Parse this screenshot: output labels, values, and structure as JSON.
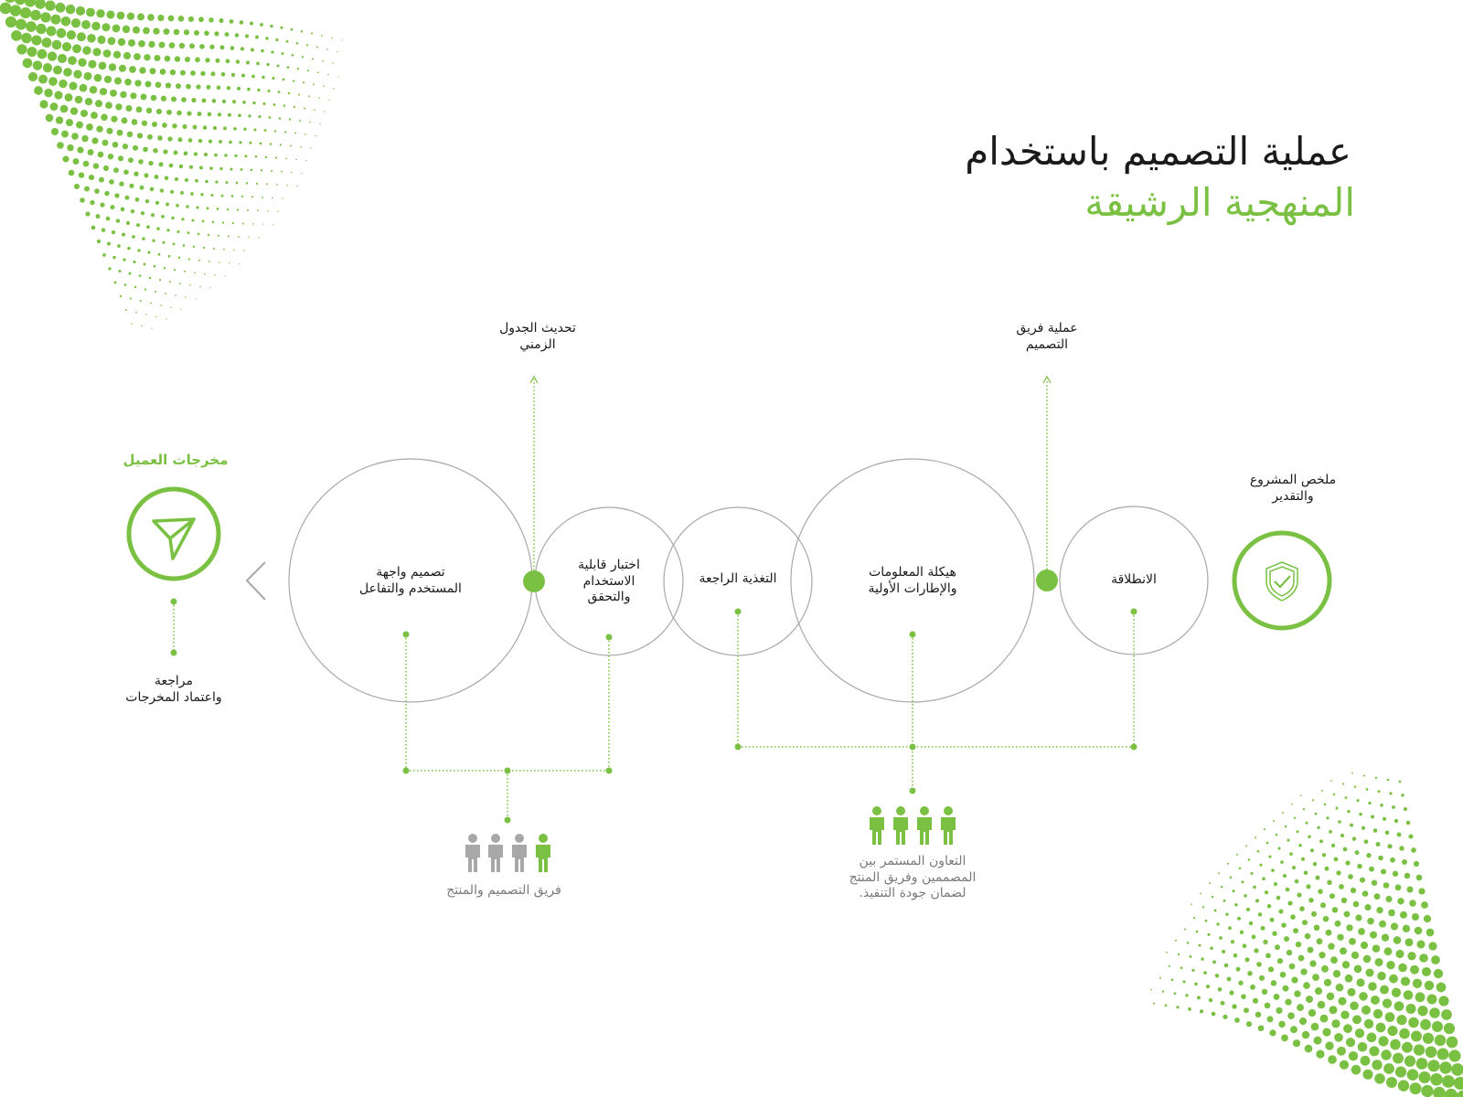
{
  "title": {
    "line1": "عملية التصميم باستخدام",
    "line2": "المنهجية الرشيقة"
  },
  "colors": {
    "accent": "#7ac143",
    "circle_stroke": "#a8a8a8",
    "text": "#1a1a1a",
    "muted": "#7a7a7a"
  },
  "stages": [
    {
      "id": "kickoff",
      "label": "الانطلاقة"
    },
    {
      "id": "ia",
      "label": "هيكلة المعلومات\nوالإطارات الأولية"
    },
    {
      "id": "feedback",
      "label": "التغذية الراجعة"
    },
    {
      "id": "usability",
      "label": "اختبار قابلية\nالاستخدام\nوالتحقق"
    },
    {
      "id": "ui",
      "label": "تصميم واجهة\nالمستخدم والتفاعل"
    }
  ],
  "start": {
    "label": "ملخص المشروع\nوالتقدير",
    "icon": "shield-check-icon"
  },
  "end": {
    "title": "مخرجات العميل",
    "label": "مراجعة\nواعتماد المخرجات",
    "icon": "paper-plane-icon"
  },
  "callouts": {
    "design_team_process": "عملية فريق\nالتصميم",
    "schedule_update": "تحديث الجدول\nالزمني"
  },
  "teams": {
    "collaboration": {
      "label": "التعاون المستمر بين\nالمصممين وفريق المنتج\nلضمان جودة التنفيذ.",
      "icon": "people-group-icon"
    },
    "design_product": {
      "label": "فريق التصميم والمنتج",
      "icon": "people-group-icon"
    }
  }
}
